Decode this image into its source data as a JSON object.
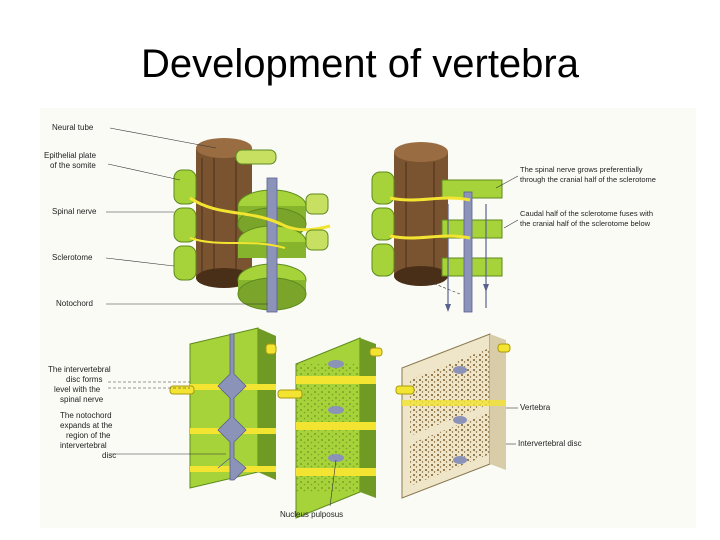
{
  "title": "Development of vertebra",
  "labels": {
    "neural_tube": "Neural tube",
    "epithelial_1": "Epithelial plate",
    "epithelial_2": "of the somite",
    "spinal_nerve": "Spinal nerve",
    "sclerotome": "Sclerotome",
    "notochord": "Notochord",
    "disc_1": "The intervertebral",
    "disc_2": "disc forms",
    "disc_3": "level with the",
    "disc_4": "spinal nerve",
    "noto_1": "The notochord",
    "noto_2": "expands at the",
    "noto_3": "region of the",
    "noto_4": "intervertebral",
    "noto_5": "disc",
    "grows_1": "The spinal nerve grows preferentially",
    "grows_2": "through the cranial half of the sclerotome",
    "caudal_1": "Caudal half of the sclerotome fuses with",
    "caudal_2": "the cranial half of the sclerotome below",
    "vertebra": "Vertebra",
    "ivdisc": "Intervertebral disc",
    "nucleus": "Nucleus pulposus"
  },
  "colors": {
    "somite_green": "#a6d23a",
    "somite_light": "#d8ec7a",
    "somite_dark": "#5e8a1e",
    "brown": "#7a5330",
    "brown_dark": "#4a2f18",
    "notochord": "#8c93b8",
    "yellow": "#f2e431",
    "bone": "#efe6c9"
  }
}
